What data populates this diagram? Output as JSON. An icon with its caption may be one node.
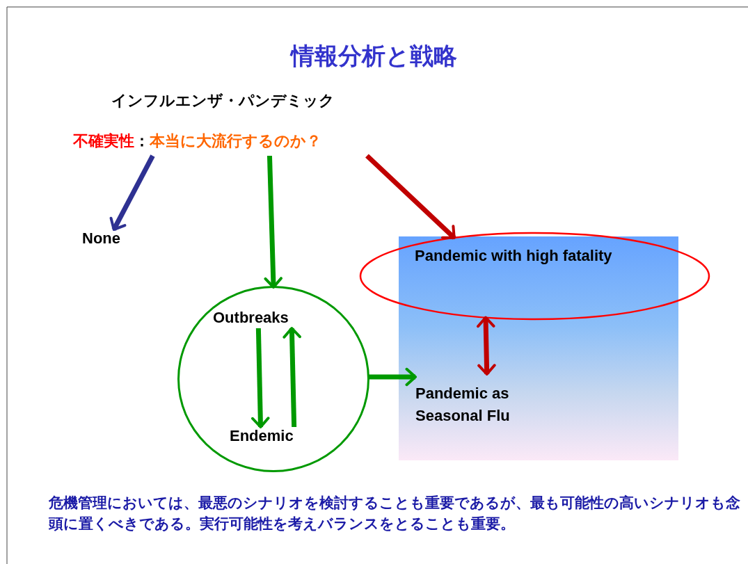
{
  "diagram": {
    "title": "情報分析と戦略",
    "nodes": [
      {
        "text": [
          "不確実性",
          "：",
          "本当に大流行するのか？"
        ]
      },
      {
        "text": [
          "None"
        ]
      },
      {
        "text": [],
        "shape": "circle"
      },
      {
        "text": [
          "Outbreaks"
        ],
        "in": 2
      },
      {
        "text": [
          "Endemic"
        ],
        "in": 2
      },
      {
        "text": [],
        "shape": "box"
      },
      {
        "text": [
          "Pandemic with high fatality"
        ]
      },
      {
        "text": [
          "Pandemic as Seasonal Flu"
        ],
        "in": 5
      }
    ],
    "edges": [
      {
        "from": 0,
        "to": 1,
        "arrow": "to",
        "color": "#2e3192"
      },
      {
        "from": 0,
        "to": 2,
        "arrow": "to"
      },
      {
        "from": 0,
        "to": 6,
        "arrow": "to",
        "color": "#c00000"
      },
      {
        "from": 3,
        "to": 4,
        "arrow": "to"
      },
      {
        "from": 4,
        "to": 3,
        "arrow": "to"
      },
      {
        "from": 2,
        "to": 7,
        "arrow": "to"
      },
      {
        "from": 6,
        "to": 7,
        "arrow": "both",
        "color": "#c00000"
      }
    ],
    "labels": [
      "インフルエンザ・パンデミック",
      "危機管理においては、最悪のシナリオを検討することも重要であるが、最も可能性の高いシナリオも念頭に置くべきである。実行可能性を考えバランスをとることも重要。"
    ]
  }
}
